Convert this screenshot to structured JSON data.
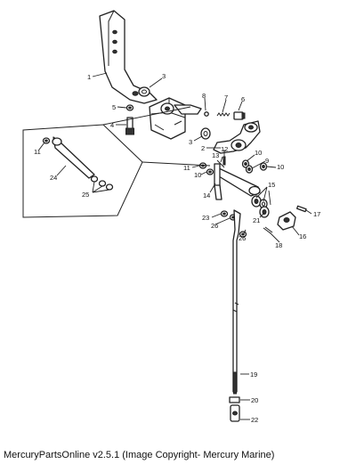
{
  "caption": "MercuryPartsOnline v2.5.1 (Image Copyright- Mercury Marine)",
  "callouts": [
    "1",
    "3",
    "5",
    "4",
    "8",
    "7",
    "6",
    "2",
    "3",
    "12",
    "13",
    "11",
    "10",
    "9",
    "10",
    "15",
    "10",
    "14",
    "23",
    "26",
    "21",
    "17",
    "16",
    "18",
    "26",
    "19",
    "20",
    "22",
    "11",
    "24",
    "25"
  ]
}
